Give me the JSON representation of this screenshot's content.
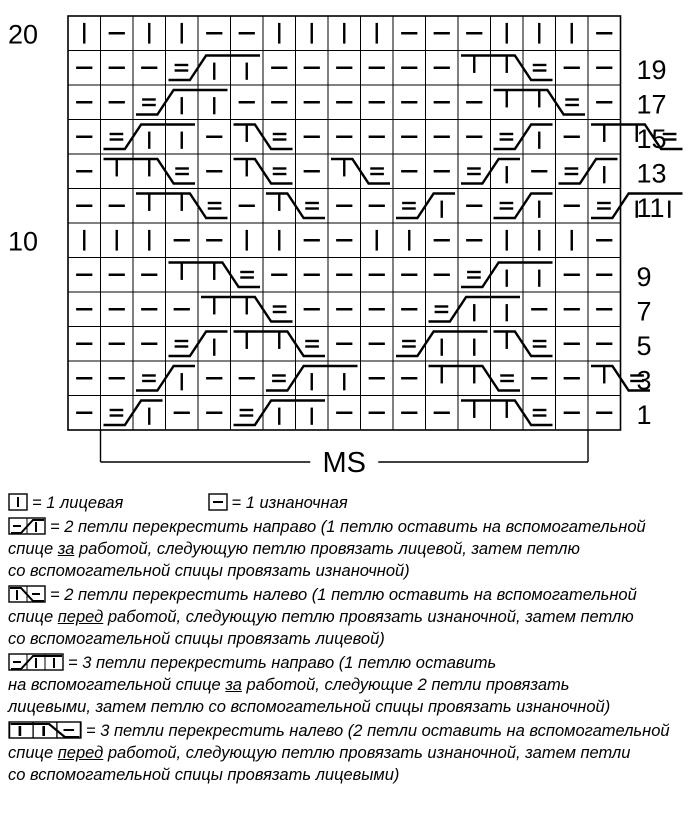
{
  "chart": {
    "left_labels": [
      {
        "row": 20,
        "text": "20"
      },
      {
        "row": 10,
        "text": "10"
      }
    ],
    "right_labels": [
      {
        "row": 19,
        "text": "19"
      },
      {
        "row": 17,
        "text": "17"
      },
      {
        "row": 15,
        "text": "15"
      },
      {
        "row": 13,
        "text": "13"
      },
      {
        "row": 11,
        "text": "11"
      },
      {
        "row": 9,
        "text": "9"
      },
      {
        "row": 7,
        "text": "7"
      },
      {
        "row": 5,
        "text": "5"
      },
      {
        "row": 3,
        "text": "3"
      },
      {
        "row": 1,
        "text": "1"
      }
    ],
    "repeat_label": "MS",
    "repeat_from_col": 1,
    "repeat_to_col": 15,
    "columns": 17,
    "rows_top_to_bottom": [
      "K P K K P P K K K K P P P K K K P",
      "P P P X3R P P P P P P X3L P P P P",
      "P P X3R P P P P P P P P X3L P P P",
      "P X3R P X2L P P P P P P X2R P X3L",
      "P X3L P X2L P X2L P P X2R P X2R P",
      "P P X3L P X2L P P X2R P X2R P X3R P",
      "K K K P P K K P P K K P P K K K",
      "P P P X3L P P P P P P X3R P P P",
      "P P P P X3L P P P P X3R P P P P",
      "P P P X2R X3L P P X3R X2L P P P",
      "P P X2R P P X3R P P X3L P P X2L P P",
      "P X2R P P X3R P P P P X3L P P X2L P"
    ]
  },
  "legend": {
    "knit_desc": "= 1 лицевая",
    "purl_desc": "= 1 изнаночная",
    "c2r": {
      "pre": "= 2 петли перекрестить направо (1 петлю оставить на вспомогательной",
      "l2a": "спице ",
      "l2u": "за",
      "l2b": " работой, следующую петлю провязать лицевой, затем петлю",
      "l3": "со вспомогательной спицы провязать изнаночной)"
    },
    "c2l": {
      "pre": "= 2 петли перекрестить налево (1 петлю оставить на вспомогательной",
      "l2a": "спице ",
      "l2u": "перед",
      "l2b": " работой, следующую петлю провязать изнаночной, затем петлю",
      "l3": "со вспомогательной спицы провязать лицевой)"
    },
    "c3r": {
      "pre": "= 3 петли перекрестить направо (1 петлю оставить",
      "l2a": "на вспомогательной спице ",
      "l2u": "за",
      "l2b": " работой, следующие 2 петли провязать",
      "l3": "лицевыми, затем петлю со вспомогательной спицы провязать изнаночной)"
    },
    "c3l": {
      "pre": "= 3 петли перекрестить налево (2 петли оставить на вспомогательной",
      "l2a": "спице ",
      "l2u": "перед",
      "l2b": " работой, следующую петлю провязать изнаночной, затем петли",
      "l3": "со вспомогательной спицы провязать лицевыми)"
    }
  }
}
